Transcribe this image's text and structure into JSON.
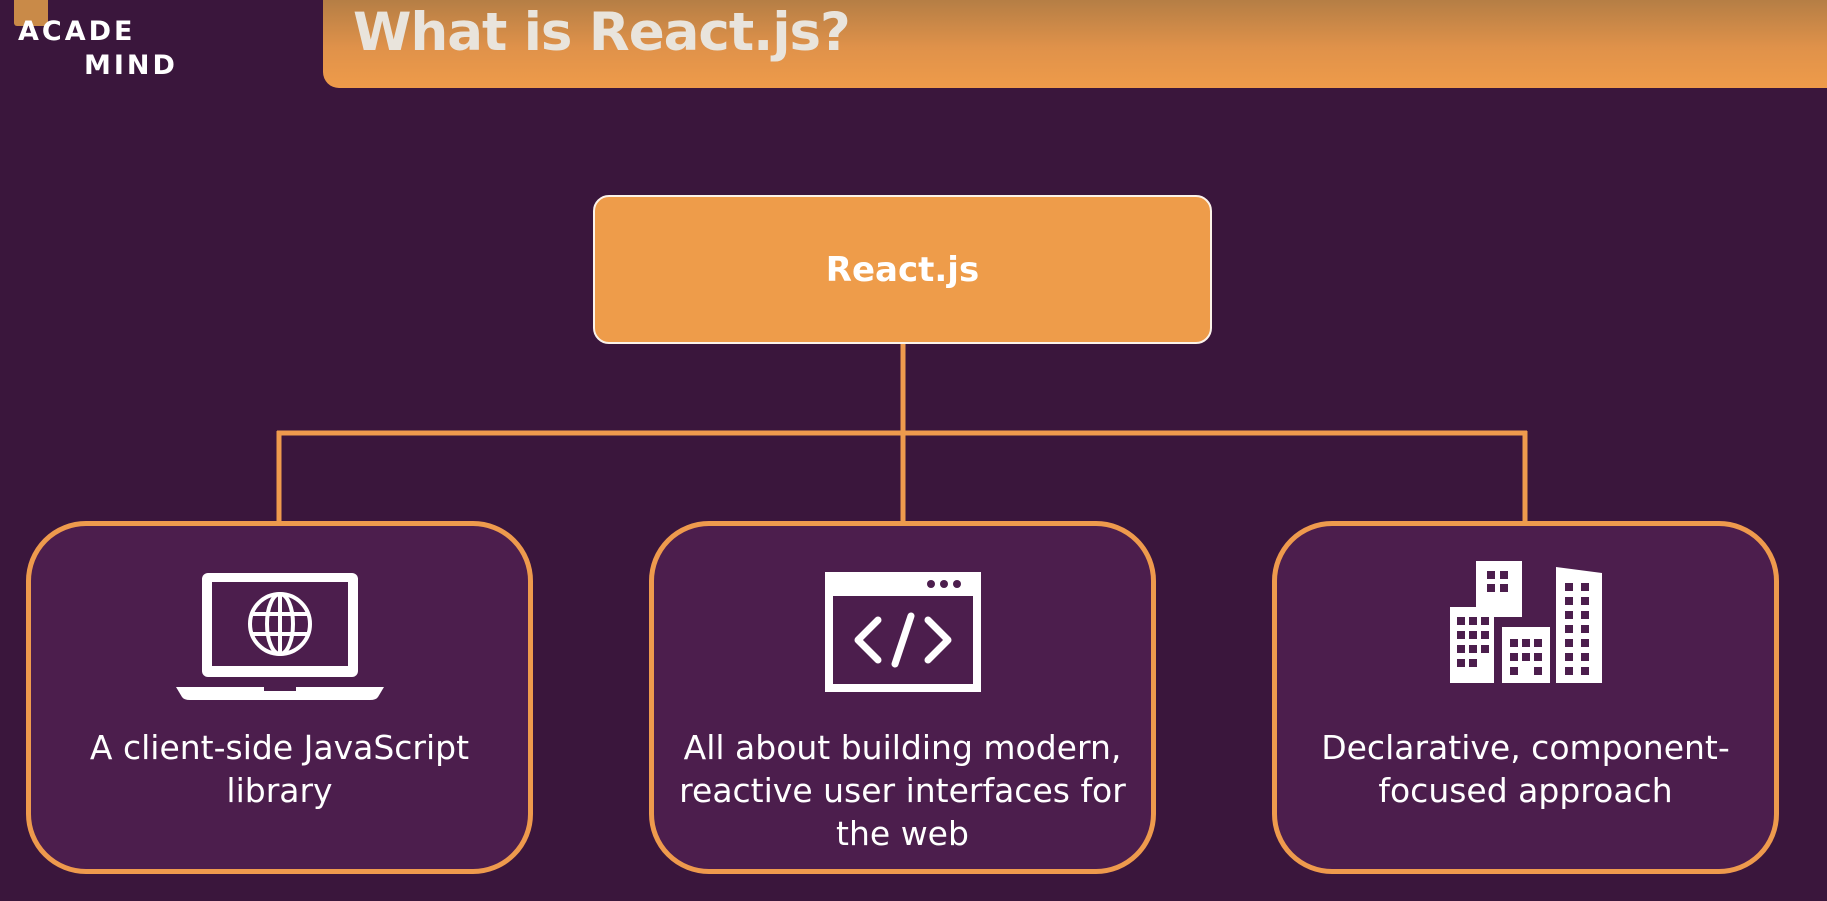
{
  "logo": {
    "line1": "ACADE",
    "line2": "MIND"
  },
  "slide": {
    "title": "What is React.js?"
  },
  "diagram": {
    "root": {
      "label": "React.js"
    },
    "children": [
      {
        "text": "A client-side JavaScript library",
        "icon": "laptop-globe-icon"
      },
      {
        "text": "All about building modern, reactive user interfaces for the web",
        "icon": "browser-code-icon"
      },
      {
        "text": "Declarative, component-focused approach",
        "icon": "buildings-icon"
      }
    ]
  },
  "colors": {
    "background": "#3a163c",
    "accent": "#ee9c4a",
    "card_fill": "#4c1e4d",
    "text": "#ffffff"
  }
}
